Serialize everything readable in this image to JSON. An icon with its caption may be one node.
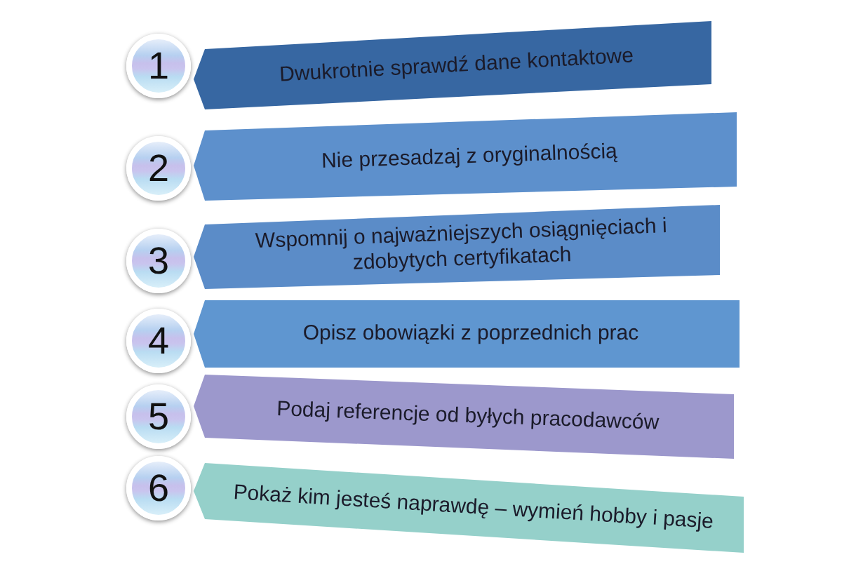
{
  "diagram": {
    "nodes": [
      {
        "text": [
          "1"
        ]
      },
      {
        "text": [
          "Dwukrotnie sprawdź dane kontaktowe"
        ]
      },
      {
        "text": [
          "2"
        ]
      },
      {
        "text": [
          "Nie przesadzaj z oryginalnością"
        ]
      },
      {
        "text": [
          "3"
        ]
      },
      {
        "text": [
          "Wspomnij o najważniejszych osiągnięciach i zdobytych certyfikatach"
        ]
      },
      {
        "text": [
          "4"
        ]
      },
      {
        "text": [
          "Opisz obowiązki z poprzednich prac"
        ]
      },
      {
        "text": [
          "5"
        ]
      },
      {
        "text": [
          "Podaj referencje od byłych pracodawców"
        ]
      },
      {
        "text": [
          "6"
        ]
      },
      {
        "text": [
          "Pokaż kim jesteś naprawdę – wymień hobby i pasje"
        ]
      }
    ]
  }
}
